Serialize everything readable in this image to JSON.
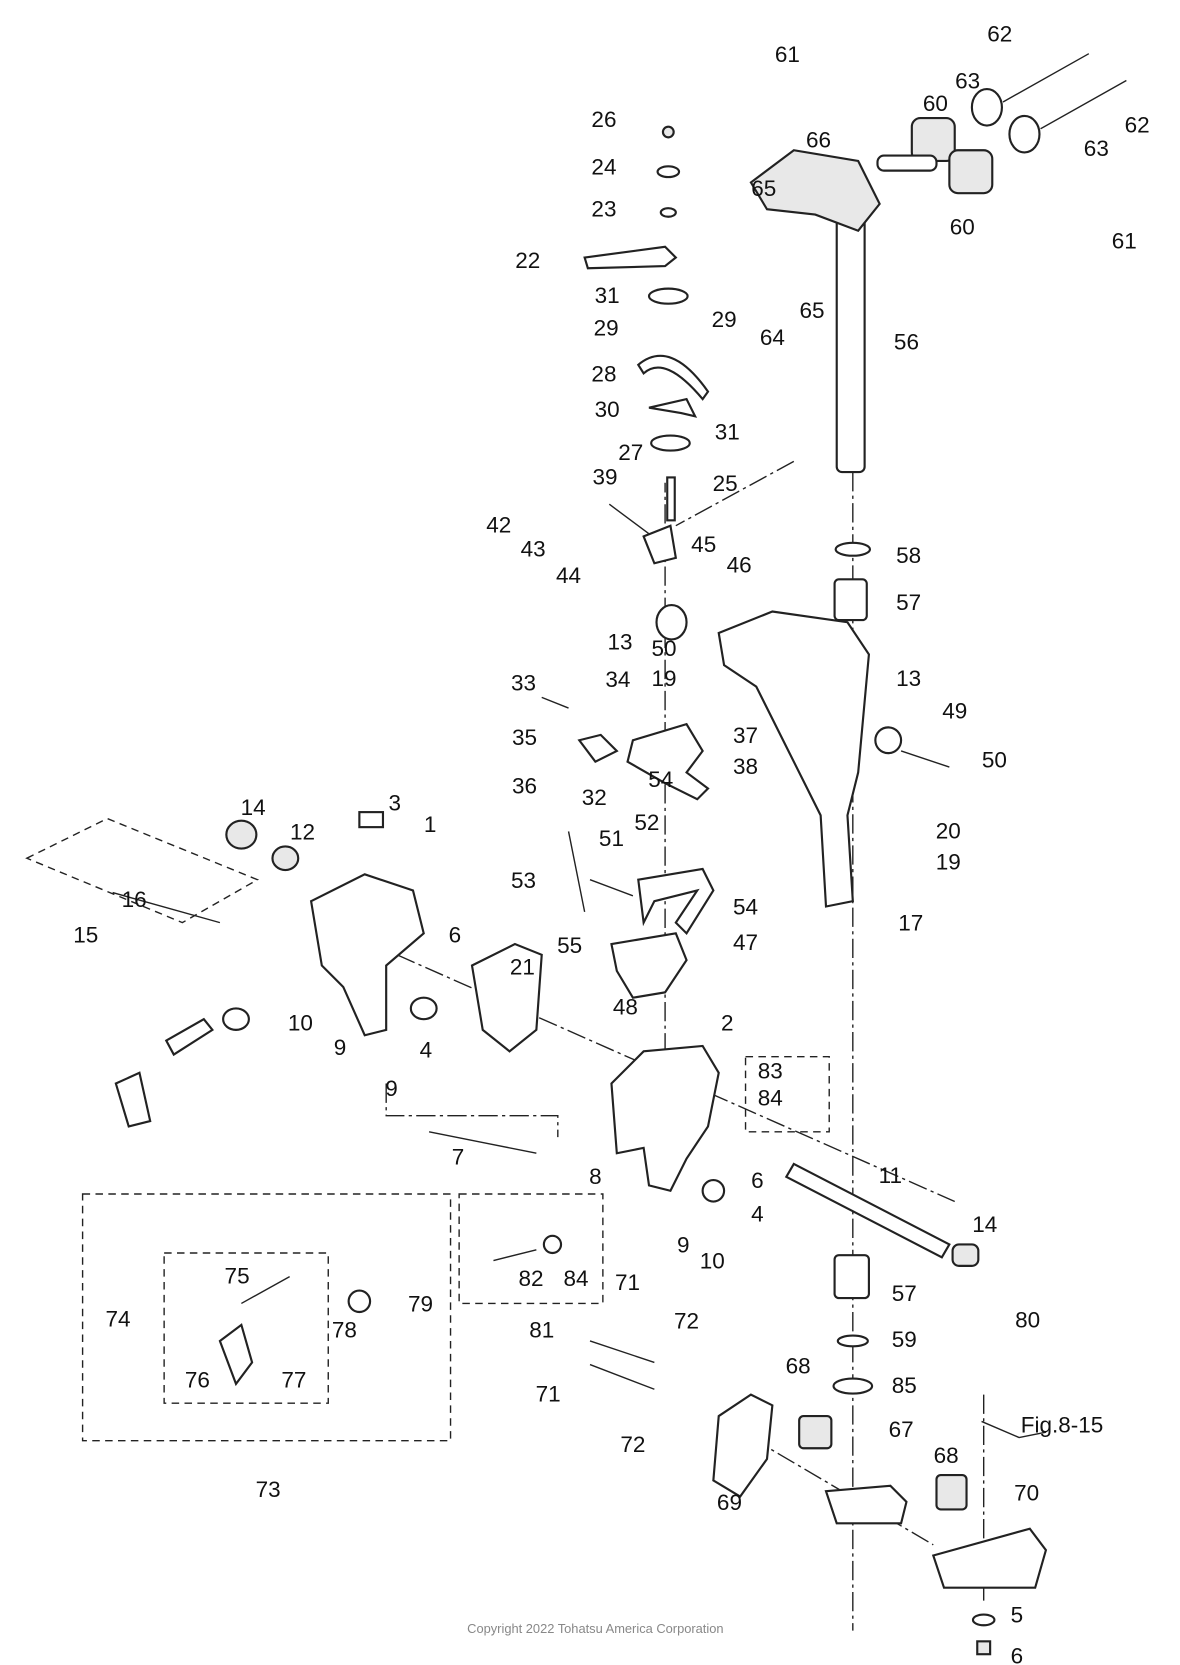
{
  "diagram": {
    "type": "exploded parts diagram",
    "labels": [
      "61",
      "63",
      "62",
      "62",
      "60",
      "63",
      "66",
      "65",
      "60",
      "61",
      "65",
      "64",
      "56",
      "26",
      "24",
      "23",
      "22",
      "31",
      "29",
      "29",
      "28",
      "30",
      "31",
      "27",
      "25",
      "39",
      "42",
      "43",
      "44",
      "45",
      "46",
      "58",
      "57",
      "13",
      "50",
      "19",
      "33",
      "34",
      "37",
      "38",
      "13",
      "49",
      "50",
      "35",
      "36",
      "32",
      "54",
      "51",
      "52",
      "53",
      "55",
      "54",
      "47",
      "20",
      "19",
      "17",
      "48",
      "14",
      "12",
      "3",
      "1",
      "16",
      "15",
      "6",
      "21",
      "10",
      "9",
      "9",
      "4",
      "2",
      "83",
      "84",
      "7",
      "8",
      "6",
      "4",
      "9",
      "10",
      "11",
      "14",
      "82",
      "84",
      "81",
      "75",
      "74",
      "76",
      "77",
      "78",
      "79",
      "73",
      "57",
      "59",
      "85",
      "71",
      "72",
      "71",
      "72",
      "68",
      "67",
      "69",
      "80",
      "68",
      "70",
      "5",
      "6"
    ],
    "figure_reference": "Fig.8-15",
    "copyright": "Copyright 2022 Tohatsu America Corporation"
  }
}
